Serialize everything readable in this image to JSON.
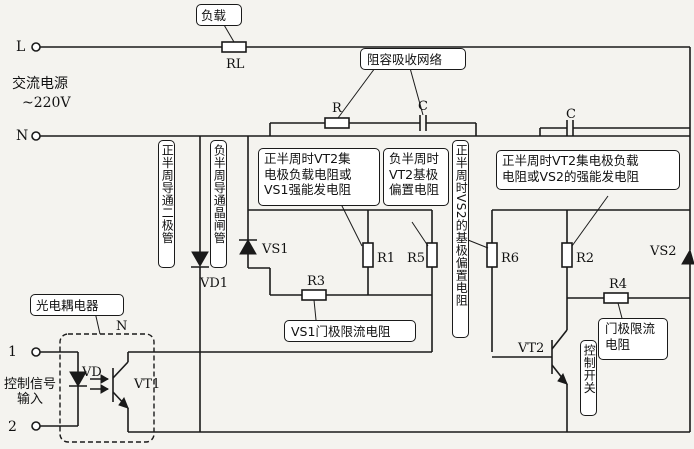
{
  "terminals": {
    "L": "L",
    "N": "N",
    "t1": "1",
    "t2": "2"
  },
  "source": {
    "title": "交流电源",
    "voltage": "~220V"
  },
  "load": {
    "callout": "负载",
    "ref": "RL"
  },
  "snubber": {
    "callout": "阻容吸收网络",
    "resistor": "R",
    "capacitor_1": "C",
    "capacitor_2": "C"
  },
  "components": {
    "vd1": "VD1",
    "vs1": "VS1",
    "r3": "R3",
    "r1": "R1",
    "r5": "R5",
    "r6": "R6",
    "r2": "R2",
    "r4": "R4",
    "vs2": "VS2",
    "vt2": "VT2",
    "vd": "VD",
    "vt1": "VT1",
    "n": "N"
  },
  "callouts": {
    "vd1_desc": "正半周导通二极管",
    "vs1_desc": "负半周导通晶闸管",
    "r1_desc": "正半周时VT2集\n电极负载电阻或\nVS1强能发电阻",
    "r5_desc": "负半周时\nVT2基极\n偏置电阻",
    "r6_desc": "正半周时VS2的基极偏置电阻",
    "r2_desc": "正半周时VT2集电极负载\n电阻或VS2的强能发电阻",
    "r3_desc": "VS1门极限流电阻",
    "r4_desc": "门极限流\n电阻",
    "vt2_desc": "控制开关",
    "optocoupler": "光电耦电器",
    "control_input": "控制信号\n输入"
  }
}
